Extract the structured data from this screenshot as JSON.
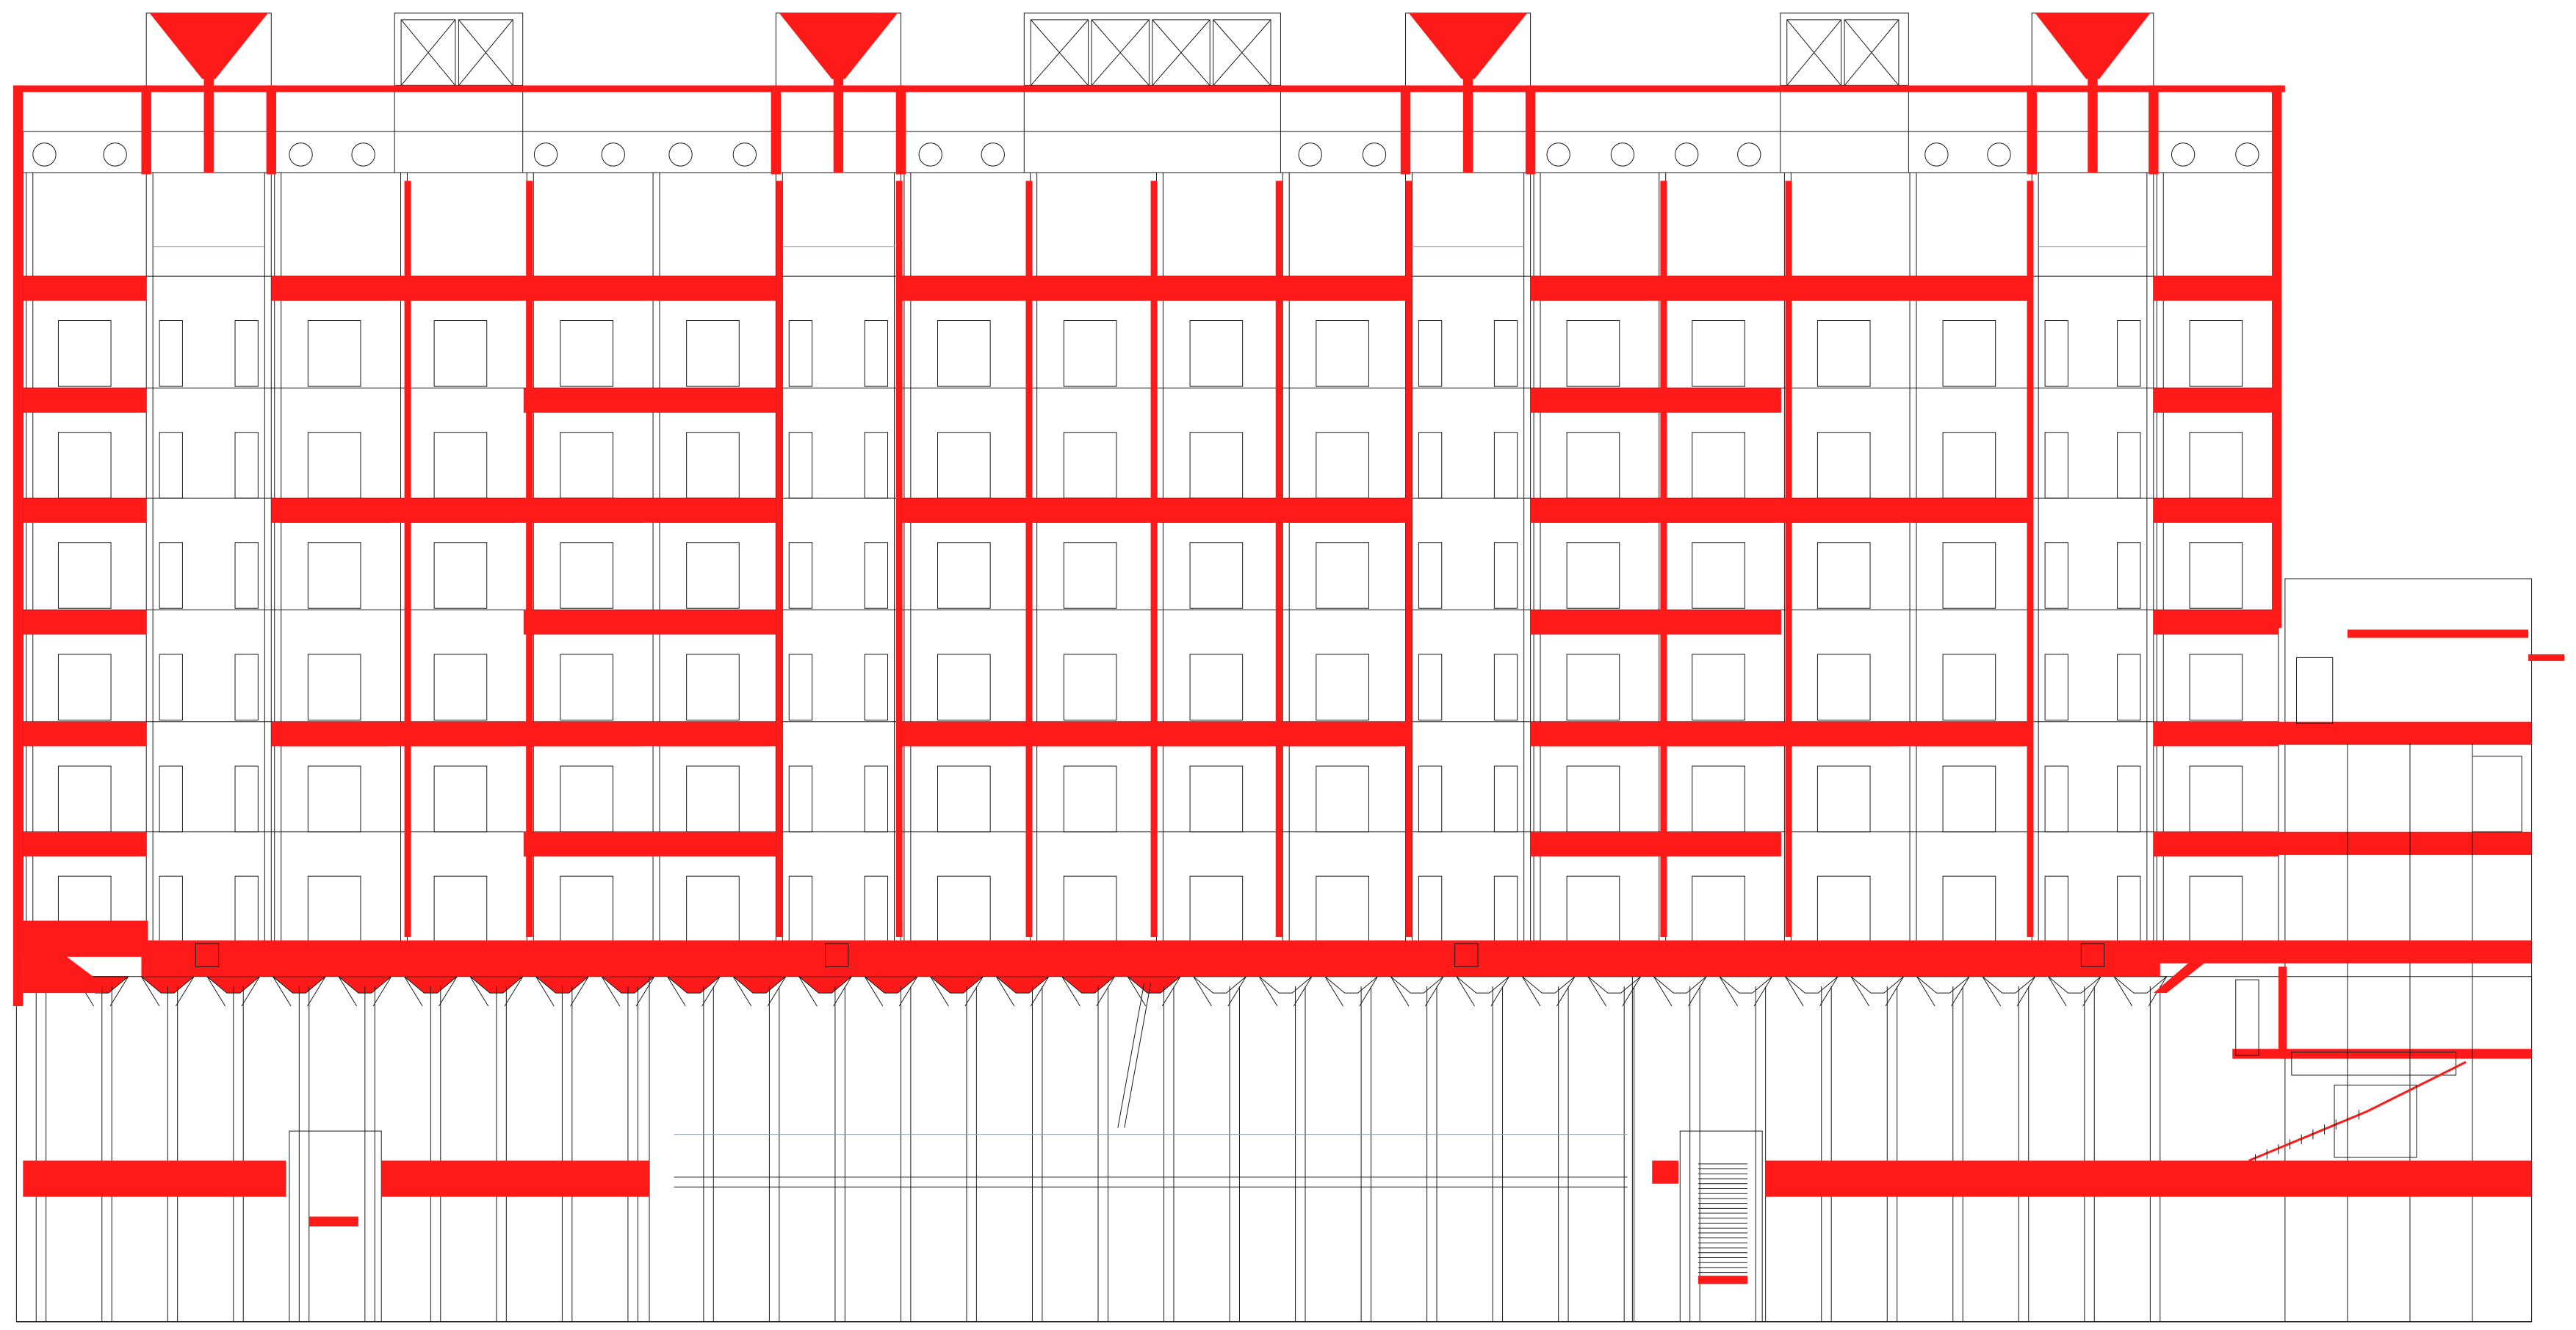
{
  "drawing": {
    "kind": "architectural-section",
    "colors": {
      "background": "#ffffff",
      "line": "#1a1a1a",
      "cut": "#ff1a1a",
      "minor": "#8aa0aa"
    },
    "towers": 4,
    "vent_boxes": 3,
    "upper_floors": 6,
    "lower_levels": 2,
    "upper_bays": 18
  }
}
